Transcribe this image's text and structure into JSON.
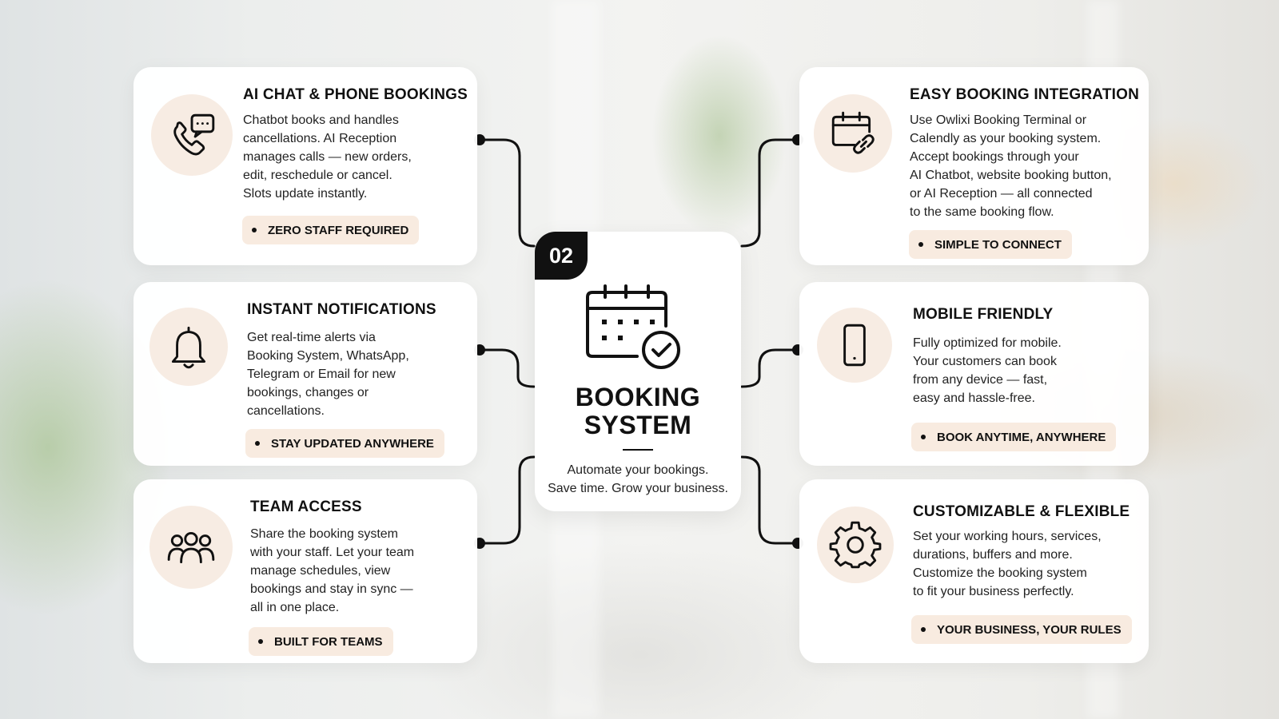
{
  "center": {
    "badge": "02",
    "title_lines": [
      "BOOKING",
      "SYSTEM"
    ],
    "subtitle_lines": [
      "Automate your bookings.",
      "Save time. Grow your business."
    ],
    "icon": "calendar-check-icon"
  },
  "cards": [
    {
      "title": "AI CHAT & PHONE BOOKINGS",
      "icon": "phone-chat-icon",
      "description": [
        "Chatbot books and handles",
        "cancellations. AI Reception",
        "manages calls — new orders,",
        "edit, reschedule or cancel.",
        "Slots update instantly."
      ],
      "tag": "ZERO STAFF REQUIRED"
    },
    {
      "title": "INSTANT NOTIFICATIONS",
      "icon": "bell-icon",
      "description": [
        "Get real-time alerts via",
        "Booking System, WhatsApp,",
        "Telegram or Email for new",
        "bookings, changes or",
        "cancellations."
      ],
      "tag": "STAY UPDATED ANYWHERE"
    },
    {
      "title": "TEAM ACCESS",
      "icon": "team-icon",
      "description": [
        "Share the booking system",
        "with your staff. Let your team",
        "manage schedules, view",
        "bookings and stay in sync —",
        "all in one place."
      ],
      "tag": "BUILT FOR TEAMS"
    },
    {
      "title": "EASY BOOKING INTEGRATION",
      "icon": "calendar-link-icon",
      "description": [
        "Use Owlixi Booking Terminal or",
        "Calendly as your booking system.",
        "Accept bookings through your",
        "AI Chatbot, website booking button,",
        "or AI Reception — all connected",
        "to the same booking flow."
      ],
      "tag": "SIMPLE TO CONNECT"
    },
    {
      "title": "MOBILE FRIENDLY",
      "icon": "mobile-phone-icon",
      "description": [
        "Fully optimized for mobile.",
        "Your customers can book",
        "from any device — fast,",
        "easy and hassle-free."
      ],
      "tag": "BOOK ANYTIME, ANYWHERE"
    },
    {
      "title": "CUSTOMIZABLE & FLEXIBLE",
      "icon": "gear-icon",
      "description": [
        "Set your working hours, services,",
        "durations, buffers and more.",
        "Customize the booking system",
        "to fit your business perfectly."
      ],
      "tag": "YOUR BUSINESS, YOUR RULES"
    }
  ]
}
